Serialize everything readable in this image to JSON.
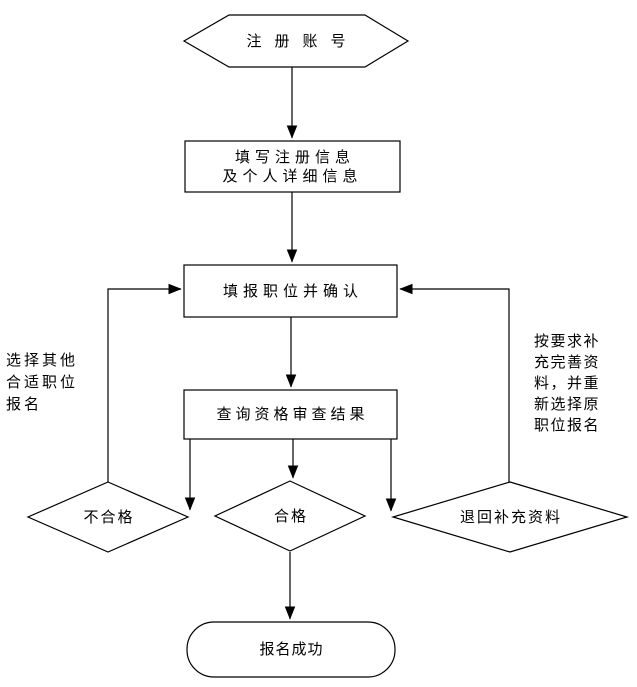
{
  "canvas": {
    "background": "#ffffff",
    "line_color": "#000000"
  },
  "nodes": {
    "start": {
      "shape": "hexagon",
      "label": "注册账号"
    },
    "fill_info": {
      "shape": "process",
      "label": "填写注册信息\n及个人详细信息"
    },
    "select_position": {
      "shape": "process",
      "label": "填报职位并确认"
    },
    "check_result": {
      "shape": "process",
      "label": "查询资格审查结果"
    },
    "unqualified": {
      "shape": "decision",
      "label": "不合格"
    },
    "qualified": {
      "shape": "decision",
      "label": "合格"
    },
    "returned": {
      "shape": "decision",
      "label": "退回补充资料"
    },
    "success": {
      "shape": "terminator",
      "label": "报名成功"
    }
  },
  "notes": {
    "left": "选择其他\n合适职位\n报名",
    "right": "按要求补\n充完善资\n料，并重\n新选择原\n职位报名"
  },
  "edges": [
    {
      "from": "start",
      "to": "fill_info",
      "style": "arrow-down"
    },
    {
      "from": "fill_info",
      "to": "select_position",
      "style": "arrow-down"
    },
    {
      "from": "select_position",
      "to": "check_result",
      "style": "arrow-down"
    },
    {
      "from": "check_result",
      "to": "unqualified",
      "style": "arrow-down"
    },
    {
      "from": "check_result",
      "to": "qualified",
      "style": "arrow-down"
    },
    {
      "from": "check_result",
      "to": "returned",
      "style": "arrow-down"
    },
    {
      "from": "qualified",
      "to": "success",
      "style": "arrow-down"
    },
    {
      "from": "unqualified",
      "to": "select_position",
      "style": "up-then-right-arrow"
    },
    {
      "from": "returned",
      "to": "select_position",
      "style": "up-then-left-arrow"
    }
  ]
}
